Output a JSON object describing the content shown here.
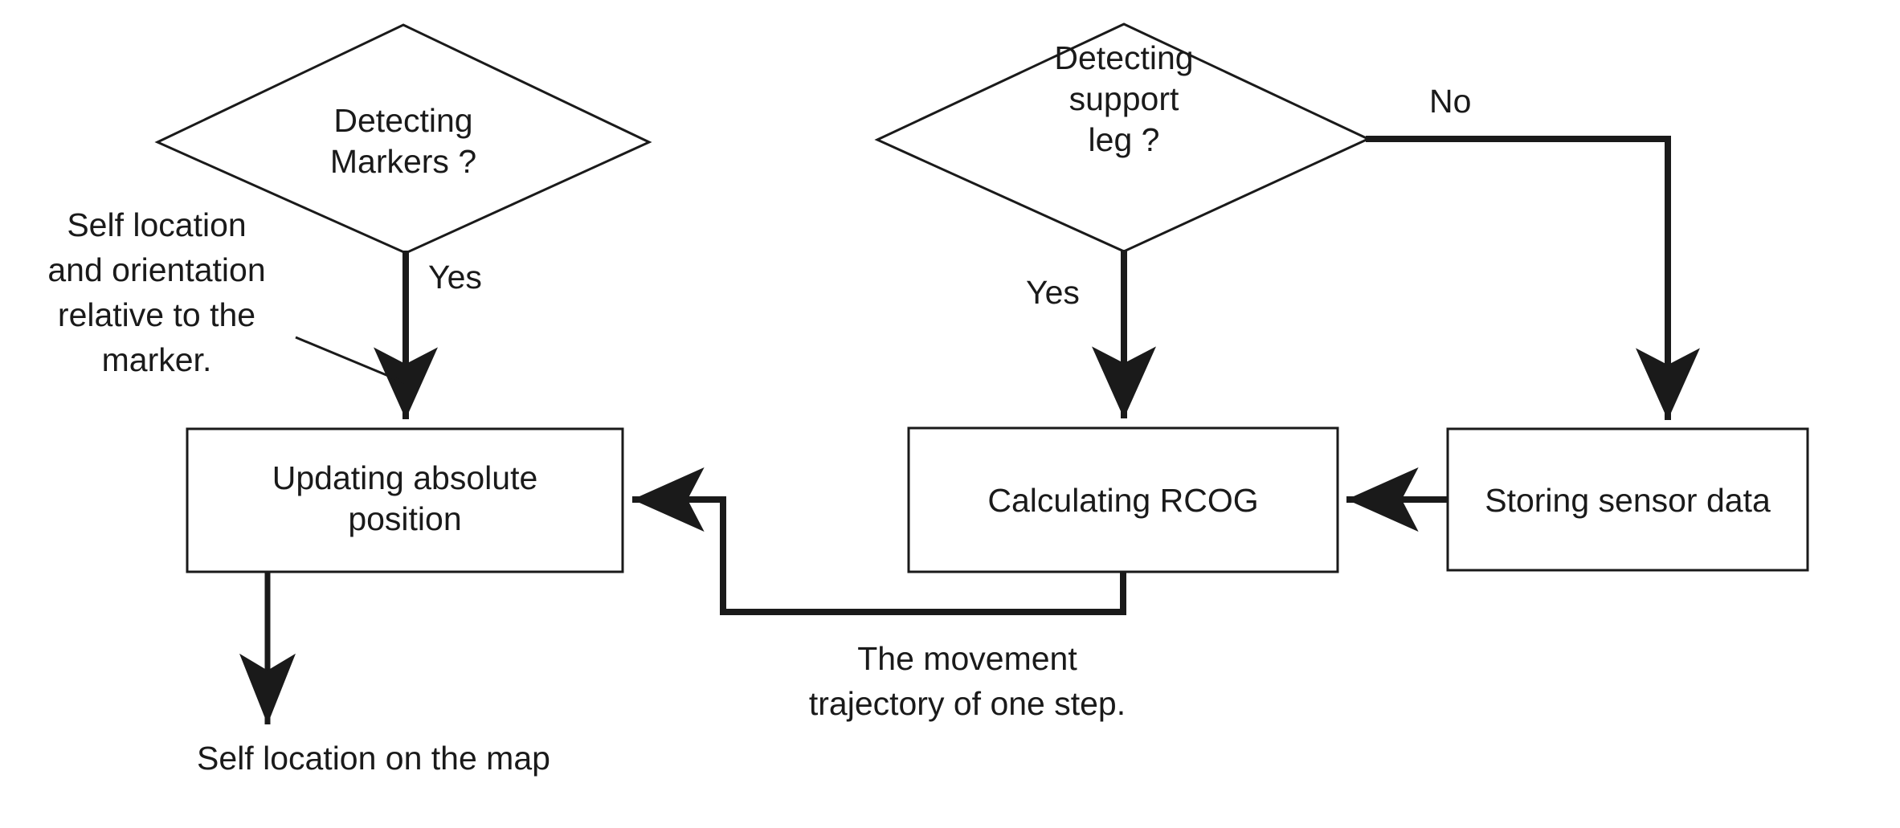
{
  "diagram": {
    "type": "flowchart",
    "title": "",
    "background_color": "#ffffff",
    "line_color": "#1a1a1a",
    "text_color": "#1a1a1a",
    "nodes": [
      {
        "id": "detect-markers",
        "shape": "diamond",
        "label": "Detecting\nMarkers ?"
      },
      {
        "id": "detect-support-leg",
        "shape": "diamond",
        "label": "Detecting\nsupport\nleg ?"
      },
      {
        "id": "updating-absolute-position",
        "shape": "rectangle",
        "label": "Updating absolute\nposition"
      },
      {
        "id": "calculating-rcog",
        "shape": "rectangle",
        "label": "Calculating RCOG"
      },
      {
        "id": "storing-sensor-data",
        "shape": "rectangle",
        "label": "Storing sensor data"
      }
    ],
    "edge_labels": {
      "markers_yes": "Yes",
      "support_leg_yes": "Yes",
      "support_leg_no": "No"
    },
    "annotations": {
      "marker_note": "Self location\nand orientation\nrelative to the\nmarker.",
      "trajectory_note": "The movement\ntrajectory of one step.",
      "output_label": "Self location on the map"
    }
  }
}
